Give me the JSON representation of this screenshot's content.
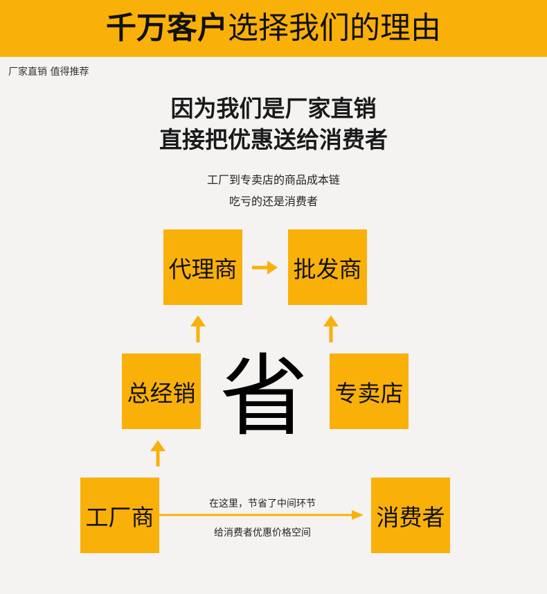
{
  "banner": {
    "title_bold": "千万客户",
    "title_rest": "选择我们的理由"
  },
  "subtitle_tag": "厂家直销 值得推荐",
  "headline": {
    "line1": "因为我们是厂家直销",
    "line2": "直接把优惠送给消费者"
  },
  "note": {
    "line1": "工厂到专卖店的商品成本链",
    "line2": "吃亏的还是消费者"
  },
  "chain": {
    "agent": "代理商",
    "wholesaler": "批发商",
    "distributor": "总经销",
    "store": "专卖店",
    "factory": "工厂商",
    "consumer": "消费者"
  },
  "center_char": "省",
  "arrow_text": {
    "top": "在这里，节省了中间环节",
    "bottom": "给消费者优惠价格空间"
  },
  "colors": {
    "accent": "#f9b009",
    "background": "#f4f3f1",
    "text": "#111111"
  }
}
